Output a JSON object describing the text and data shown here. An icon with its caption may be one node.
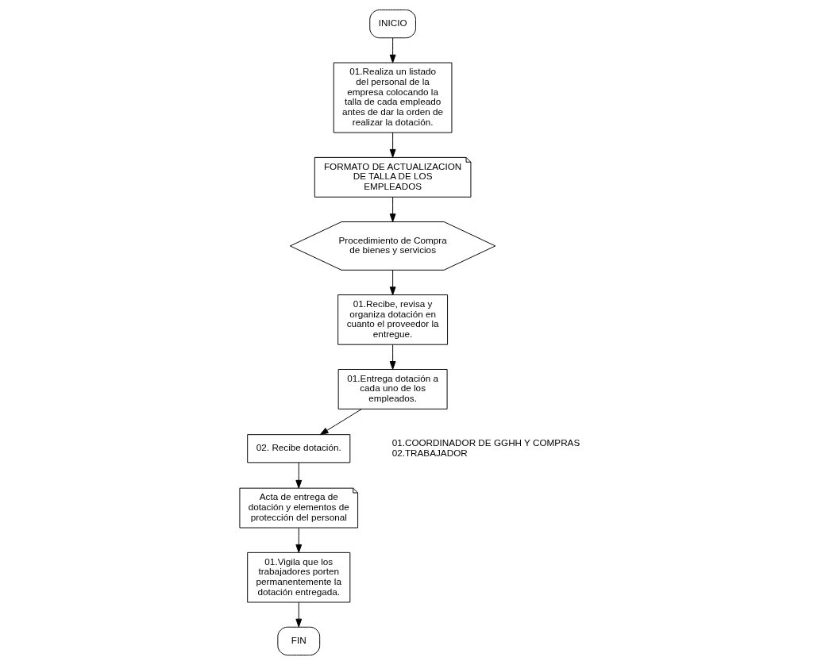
{
  "diagram": {
    "nodes": [
      {
        "text": [
          "INICIO"
        ]
      },
      {
        "text": [
          "01.Realiza un listado del personal de la empresa colocando la talla de cada empleado antes de dar la orden de realizar la dotación."
        ]
      },
      {
        "text": [
          "FORMATO DE ACTUALIZACION DE TALLA DE LOS EMPLEADOS"
        ]
      },
      {
        "text": [
          "Procedimiento de Compra de bienes y servicios"
        ]
      },
      {
        "text": [
          "01.Recibe, revisa y organiza dotación en cuanto el proveedor la entregue."
        ]
      },
      {
        "text": [
          "01.Entrega dotación a cada uno de los empleados."
        ]
      },
      {
        "text": [
          "02. Recibe dotación."
        ]
      },
      {
        "text": [
          "Acta de entrega de dotación y elementos de protección del personal"
        ]
      },
      {
        "text": [
          "01.Vigila que los trabajadores porten permanentemente la dotación entregada."
        ]
      },
      {
        "text": [
          "FIN"
        ]
      }
    ],
    "edges": [
      {
        "from": 0,
        "to": 1,
        "arrow": "to"
      },
      {
        "from": 1,
        "to": 2,
        "arrow": "to"
      },
      {
        "from": 2,
        "to": 3,
        "arrow": "to"
      },
      {
        "from": 3,
        "to": 4,
        "arrow": "to"
      },
      {
        "from": 4,
        "to": 5,
        "arrow": "to"
      },
      {
        "from": 5,
        "to": 6,
        "arrow": "to"
      },
      {
        "from": 6,
        "to": 7,
        "arrow": "to"
      },
      {
        "from": 7,
        "to": 8,
        "arrow": "to"
      },
      {
        "from": 8,
        "to": 9,
        "arrow": "to"
      }
    ],
    "labels": [
      "01.COORDINADOR DE GGHH Y COMPRAS",
      "02.TRABAJADOR"
    ]
  }
}
